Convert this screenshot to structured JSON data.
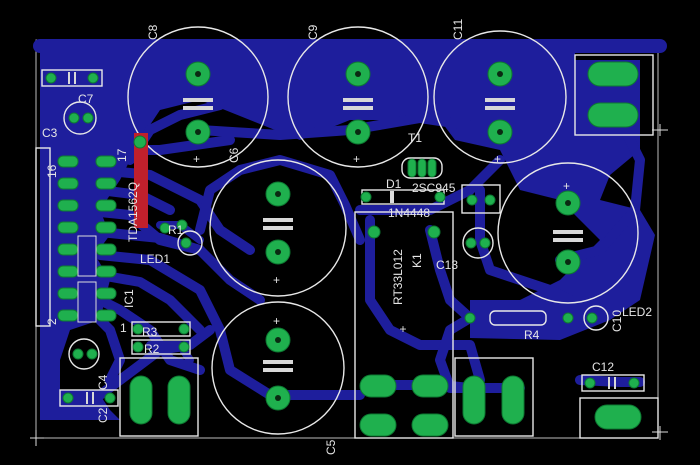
{
  "labels": {
    "c8": "C8",
    "c9": "C9",
    "c11": "C11",
    "c7": "C7",
    "c3": "C3",
    "c6": "C6",
    "t1": "T1",
    "d1": "D1",
    "d1_part": "1N4448",
    "t1_part": "2SC945",
    "ic_part": "TDA1562Q",
    "r1": "R1",
    "r2": "R2",
    "led1": "LED1",
    "ic1": "IC1",
    "r3": "R3",
    "c4": "C4",
    "c2": "C2",
    "c5": "C5",
    "k1": "K1",
    "relay": "RT33L012",
    "c13": "C13",
    "c10": "C10",
    "led2": "LED2",
    "r4": "R4",
    "c12": "C12",
    "pin1": "1",
    "pin17": "17",
    "pin16": "16",
    "pin2": "2"
  },
  "colors": {
    "background": "#000000",
    "copper": "#1e1e9c",
    "pad": "#1fb04e",
    "silkscreen": "#e8e8e8",
    "ic_bar": "#c0202c"
  }
}
